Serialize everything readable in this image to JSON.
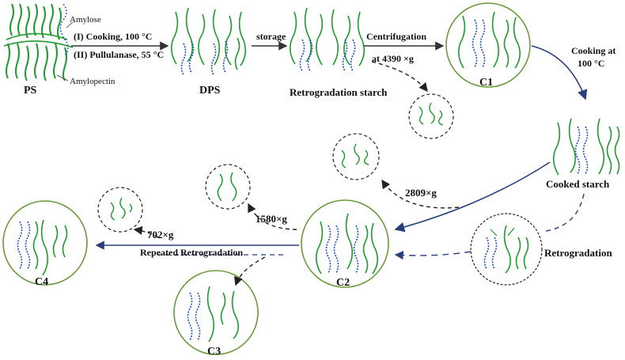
{
  "labels": {
    "ps": "PS",
    "dps": "DPS",
    "retrogradation_starch": "Retrogradation starch",
    "c1": "C1",
    "cooked_starch": "Cooked starch",
    "c2": "C2",
    "c3": "C3",
    "c4": "C4",
    "amylose": "Amylose",
    "amylopectin": "Amylopectin",
    "retrogradation": "Retrogradation"
  },
  "arrows": {
    "cooking": "(I) Cooking, 100 °C",
    "pullulanase": "(II) Pullulanase, 55 °C",
    "storage": "storage",
    "centrifugation": "Centrifugation",
    "centrifugation_speed": "at 4390 ×g",
    "cooking_at": "Cooking at",
    "cooking_temp": "100 °C",
    "speed_2809": "2809×g",
    "speed_1580": "1580×g",
    "speed_702": "702×g",
    "repeated_retrogradation": "Repeated Retrogradation"
  },
  "colors": {
    "strand_green": "#1f9a2e",
    "helix_blue": "#2050c8",
    "circle_outline": "#6a9a3a",
    "arrow_navy": "#2a3f7a",
    "dashed_black": "#222222"
  }
}
